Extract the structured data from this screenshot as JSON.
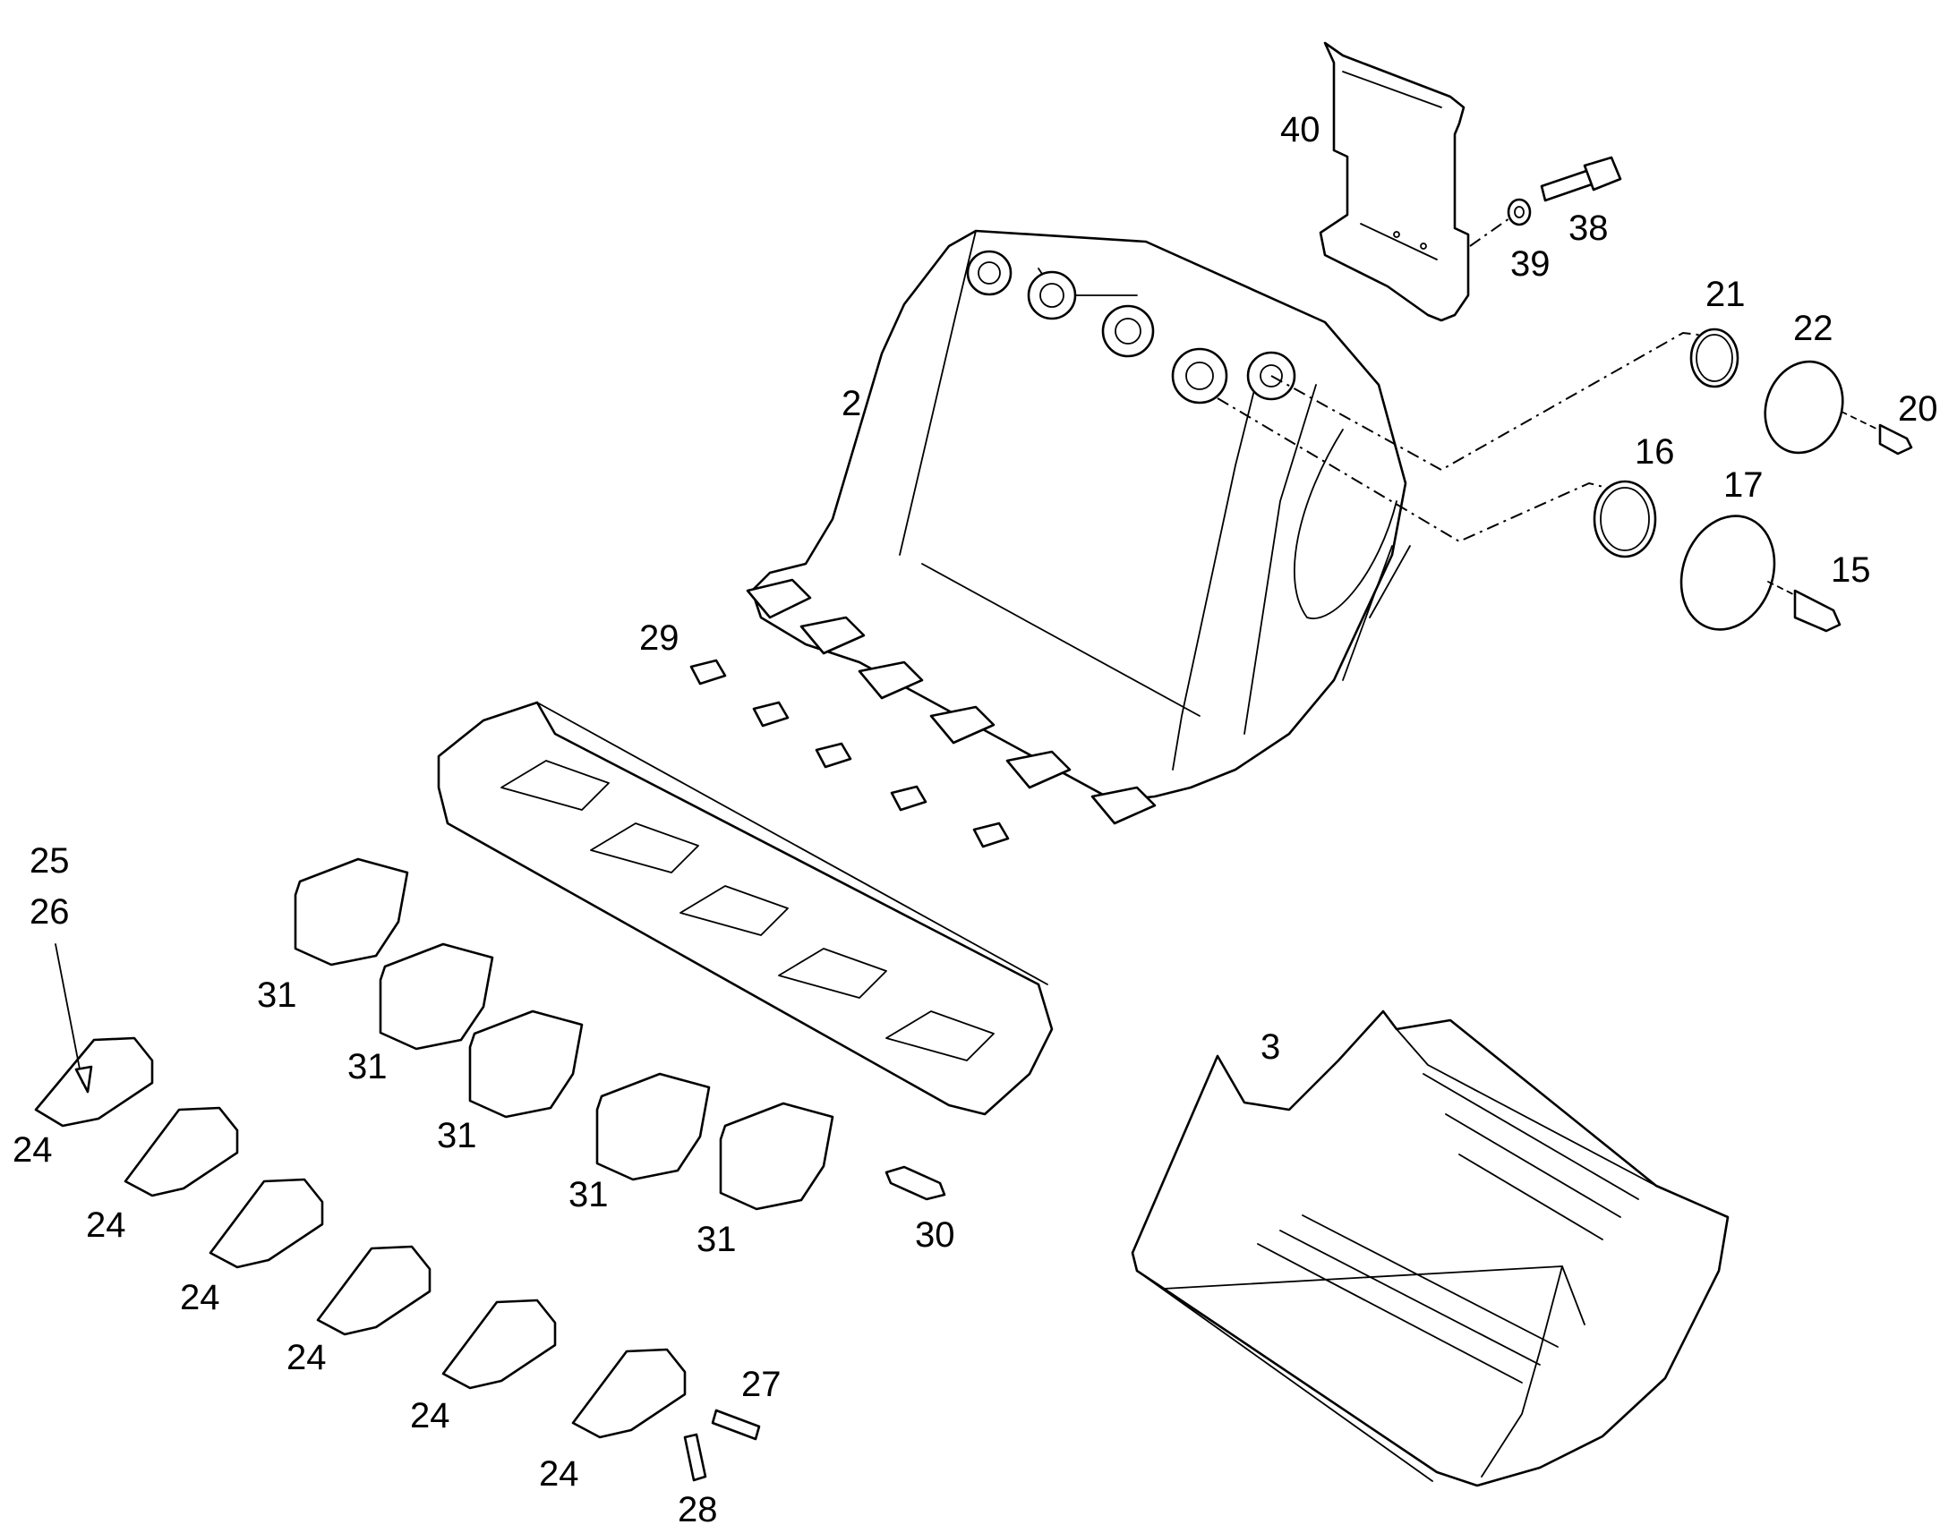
{
  "labels": {
    "l40": "40",
    "l38": "38",
    "l39": "39",
    "l21": "21",
    "l22": "22",
    "l20": "20",
    "l16": "16",
    "l17": "17",
    "l15": "15",
    "l2": "2",
    "l29": "29",
    "l3": "3",
    "l25": "25",
    "l26": "26",
    "l24a": "24",
    "l24b": "24",
    "l24c": "24",
    "l24d": "24",
    "l24e": "24",
    "l24f": "24",
    "l31a": "31",
    "l31b": "31",
    "l31c": "31",
    "l31d": "31",
    "l31e": "31",
    "l30": "30",
    "l27": "27",
    "l28": "28"
  },
  "colors": {
    "line": "#000000",
    "paper": "#ffffff"
  }
}
